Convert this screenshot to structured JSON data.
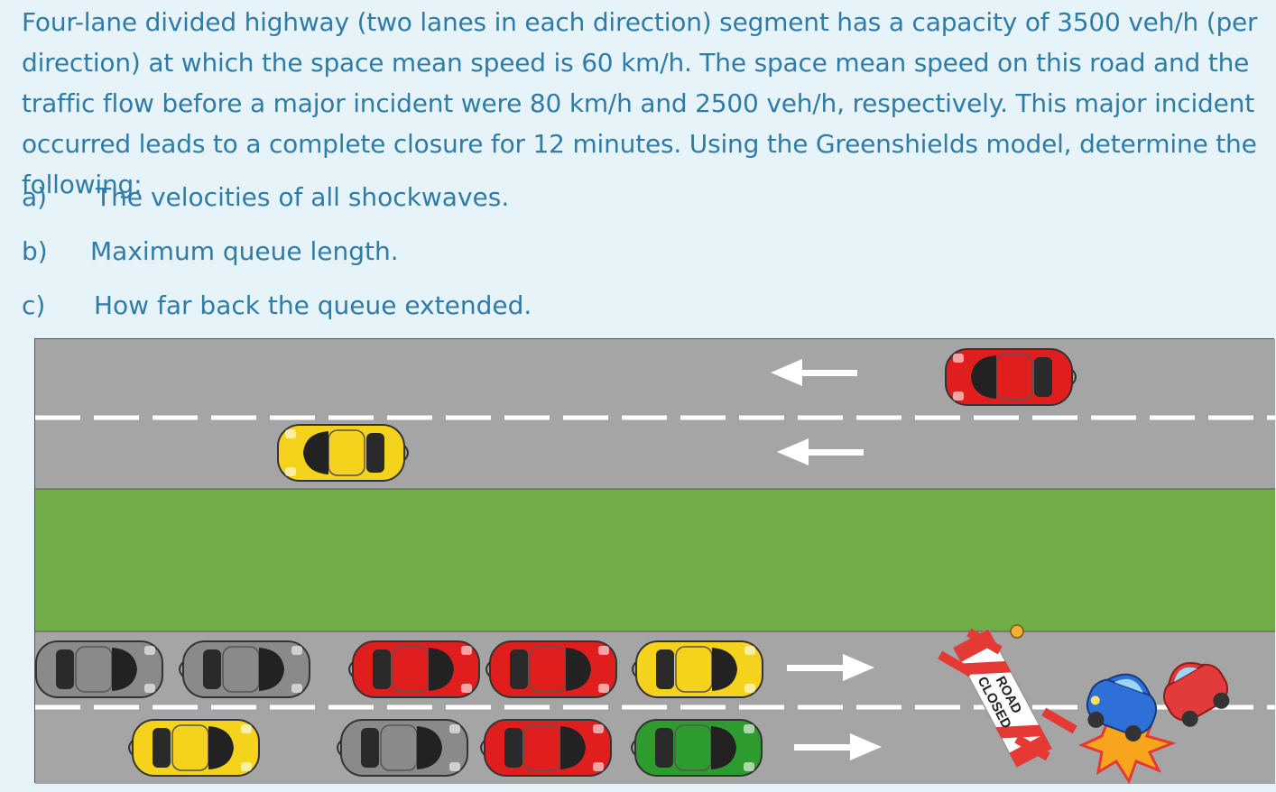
{
  "problem": {
    "statement": "Four-lane divided highway (two lanes in each direction) segment has a capacity of 3500 veh/h (per direction) at which the space mean speed is 60 km/h. The space mean speed on this road and the traffic flow before a major incident were 80 km/h and 2500 veh/h, respectively. This major incident occurred leads to a complete closure for 12 minutes. Using the Greenshields model, determine the following:",
    "items": [
      {
        "label": "a)",
        "text": "The velocities of all shockwaves."
      },
      {
        "label": "b)",
        "text": "Maximum queue length."
      },
      {
        "label": "c)",
        "text": "How far back the queue extended."
      }
    ]
  },
  "illustration": {
    "sign_text_line1": "ROAD",
    "sign_text_line2": "CLOSED",
    "colors": {
      "road": "#a5a5a5",
      "median": "#70ad47",
      "lane_marking": "#ffffff",
      "car_red": "#e01e1e",
      "car_yellow": "#f5d21c",
      "car_gray": "#8a8a8a",
      "car_green": "#2e9b2e",
      "crash_blue": "#2f6fd8",
      "crash_red": "#e23b3b"
    }
  }
}
